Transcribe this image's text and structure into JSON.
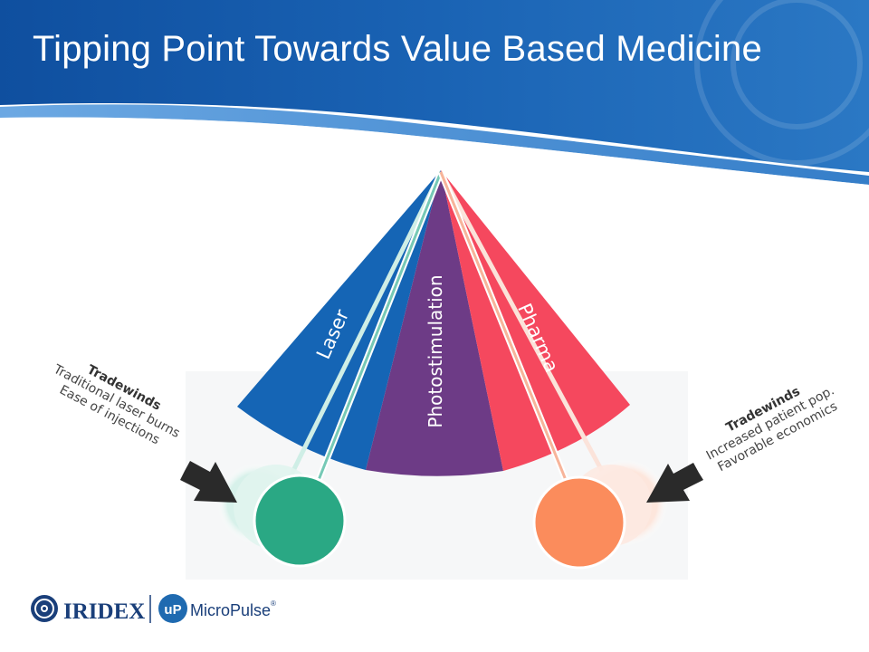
{
  "slide": {
    "title": "Tipping Point Towards Value Based Medicine"
  },
  "diagram": {
    "segments": [
      {
        "label": "Laser",
        "color": "#1565b5"
      },
      {
        "label": "Photostimulation",
        "color": "#6d3b86"
      },
      {
        "label": "Pharma",
        "color": "#f5485e"
      }
    ],
    "pendulums": [
      {
        "side": "left",
        "color": "#2aa884"
      },
      {
        "side": "right",
        "color": "#fb8c5c"
      }
    ],
    "tradewinds_left": {
      "heading": "Tradewinds",
      "lines": [
        "Traditional laser burns",
        "Ease of injections"
      ]
    },
    "tradewinds_right": {
      "heading": "Tradewinds",
      "lines": [
        "Increased patient pop.",
        "Favorable economics"
      ]
    }
  },
  "footer": {
    "logo_primary": "IRIDEX",
    "logo_badge": "uP",
    "logo_secondary": "MicroPulse",
    "registered_mark": "®",
    "colors": {
      "navy": "#1a3f7a",
      "badge": "#1f6ab0"
    }
  },
  "colors": {
    "header_blue": "#1a63b4",
    "header_dark": "#0d4b98",
    "arrow": "#2a2a2a"
  }
}
